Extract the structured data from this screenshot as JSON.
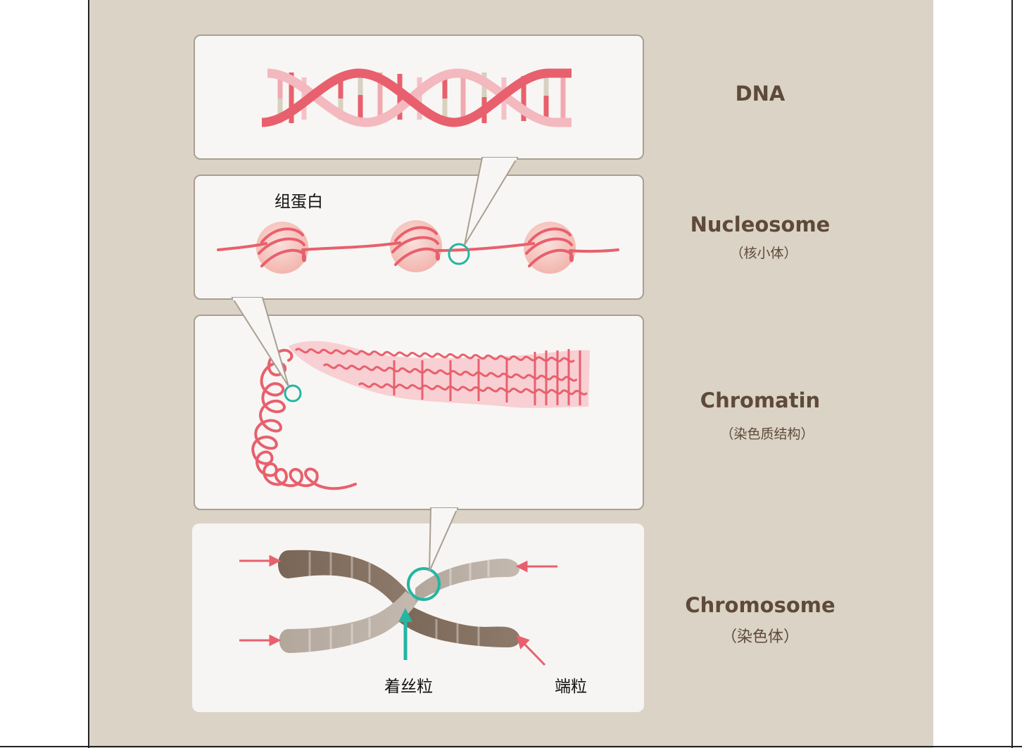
{
  "stages": [
    {
      "id": "dna",
      "title": "DNA",
      "subtitle": ""
    },
    {
      "id": "nucleosome",
      "title": "Nucleosome",
      "subtitle": "（核小体）"
    },
    {
      "id": "chromatin",
      "title": "Chromatin",
      "subtitle": "（染色质结构）"
    },
    {
      "id": "chromosome",
      "title": "Chromosome",
      "subtitle": "（染色体）"
    }
  ],
  "annotations": {
    "histone": "组蛋白",
    "centromere": "着丝粒",
    "telomere": "端粒"
  },
  "colors": {
    "background": "#dcd3c7",
    "panel": "#f7f6f4",
    "dna_pink": "#e8606d",
    "light_pink": "#f4b8bf",
    "highlight_teal": "#25b5a3",
    "chromosome_dark": "#7a6656",
    "chromosome_light": "#b8aca2",
    "label_brown": "#5e4a39"
  }
}
